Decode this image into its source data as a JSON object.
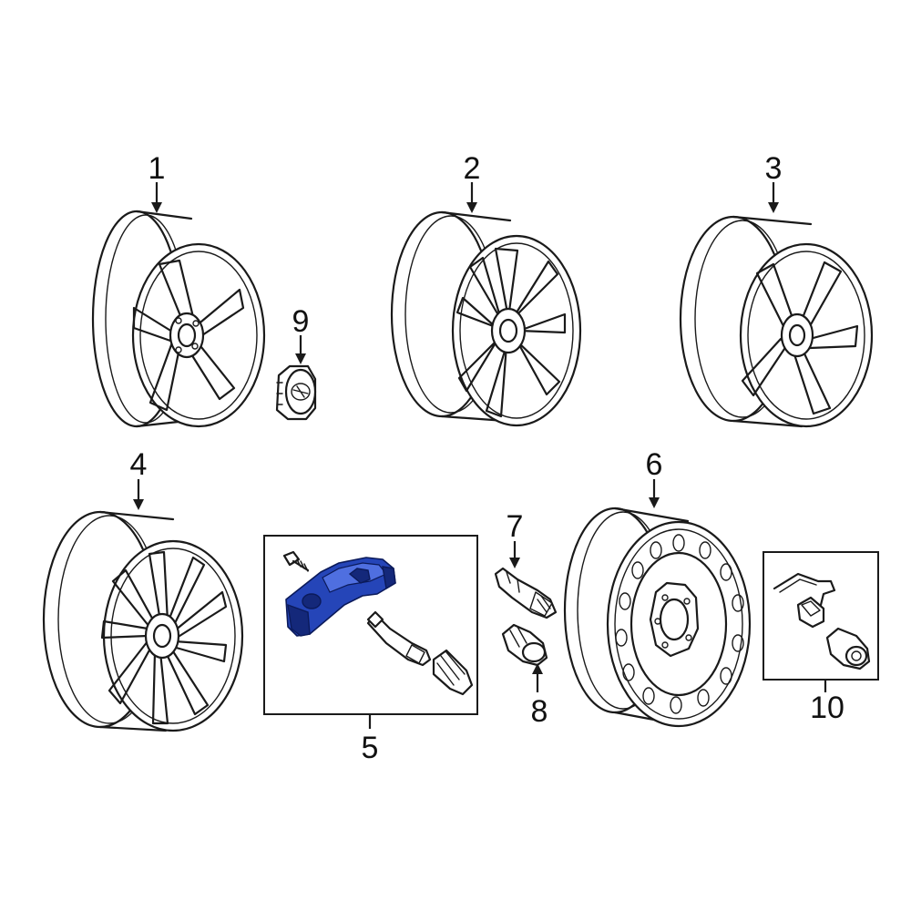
{
  "diagram": {
    "callouts": {
      "c1": "1",
      "c2": "2",
      "c3": "3",
      "c4": "4",
      "c5": "5",
      "c6": "6",
      "c7": "7",
      "c8": "8",
      "c9": "9",
      "c10": "10"
    },
    "colors": {
      "highlight": "#2545b8",
      "line": "#1a1a1a",
      "background": "#ffffff"
    }
  }
}
